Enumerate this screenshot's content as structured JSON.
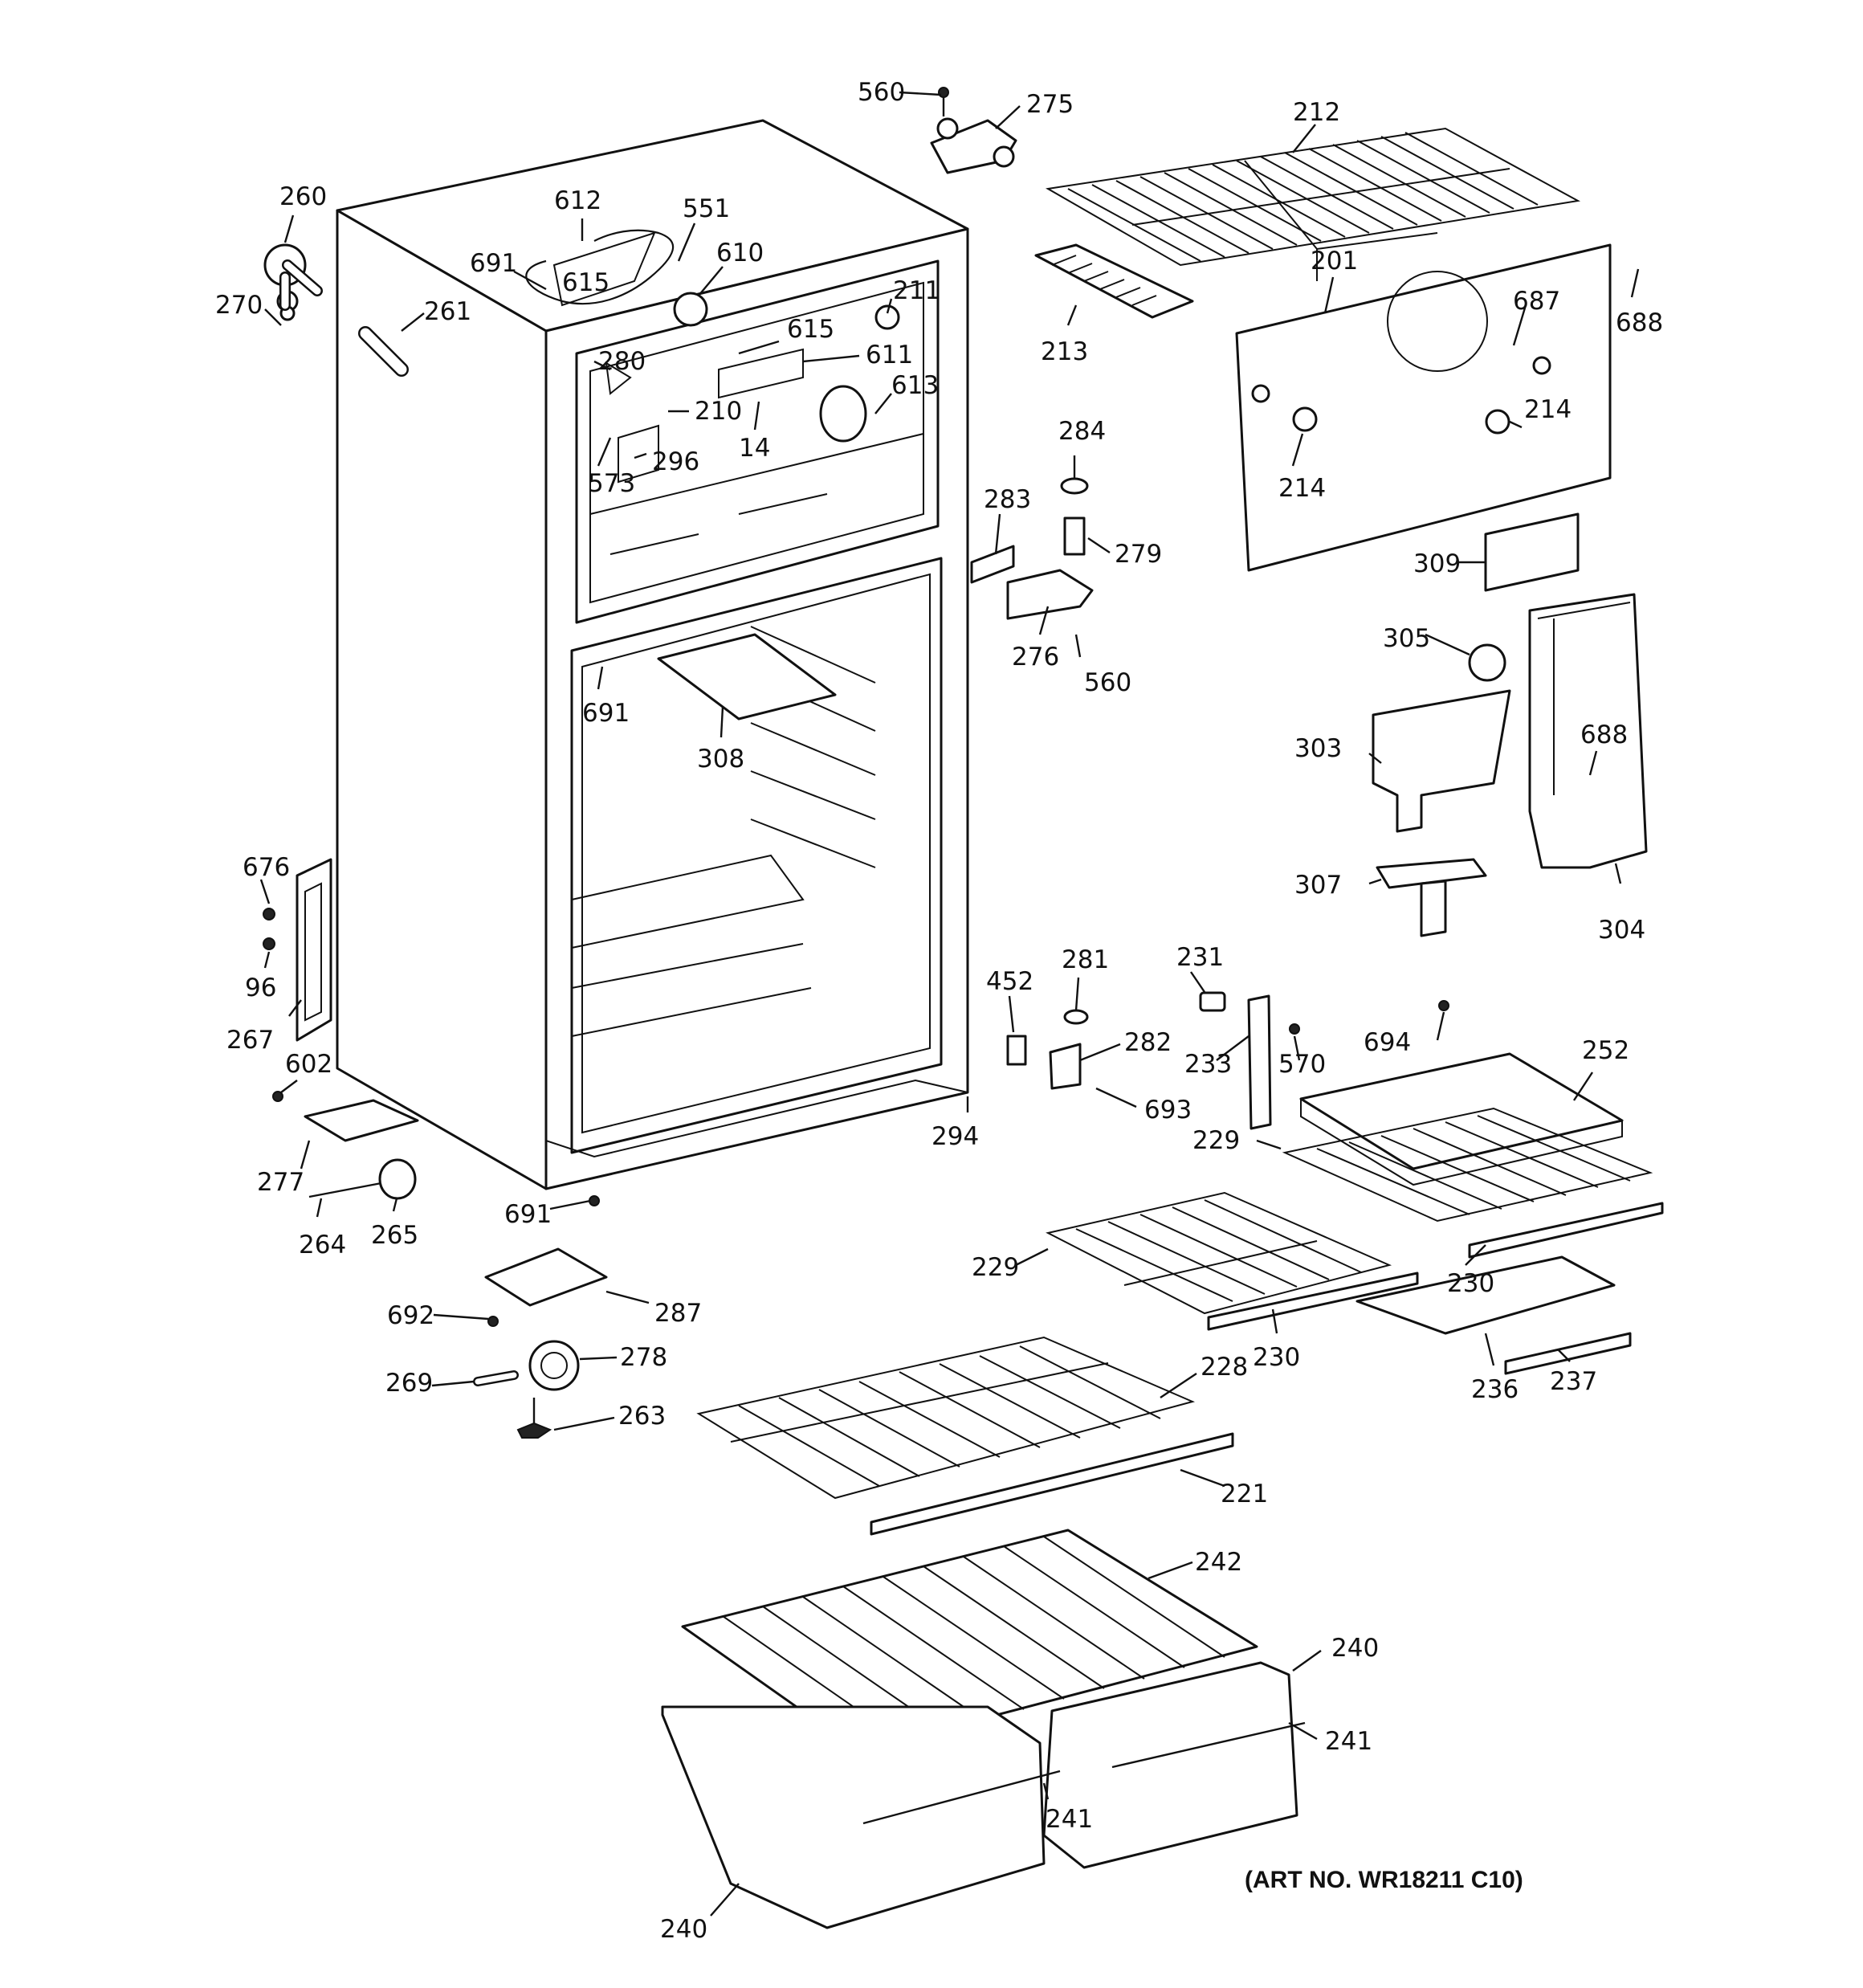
{
  "diagram": {
    "art_number": "(ART NO. WR18211 C10)",
    "callouts": [
      "560",
      "275",
      "212",
      "260",
      "612",
      "551",
      "691",
      "615",
      "610",
      "211",
      "270",
      "261",
      "201",
      "687",
      "688",
      "280",
      "615",
      "611",
      "213",
      "210",
      "613",
      "284",
      "214",
      "214",
      "573",
      "296",
      "14",
      "283",
      "279",
      "309",
      "276",
      "560",
      "305",
      "691",
      "308",
      "303",
      "688",
      "307",
      "304",
      "676",
      "96",
      "452",
      "281",
      "231",
      "282",
      "694",
      "252",
      "233",
      "570",
      "267",
      "602",
      "693",
      "294",
      "229",
      "277",
      "264",
      "265",
      "691",
      "229",
      "230",
      "692",
      "287",
      "230",
      "236",
      "237",
      "278",
      "269",
      "228",
      "263",
      "221",
      "242",
      "240",
      "241",
      "241",
      "240"
    ]
  }
}
